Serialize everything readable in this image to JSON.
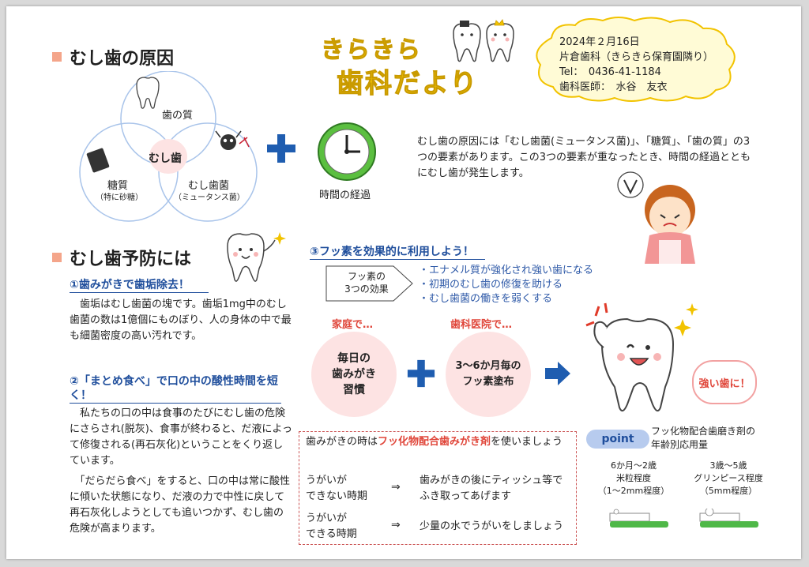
{
  "header": {
    "title_line1": "きらきら",
    "title_line2": "歯科だより",
    "date": "2024年２月16日",
    "clinic": "片倉歯科（きらきら保育園隣り）",
    "tel_label": "Tel：",
    "tel": "0436-41-1184",
    "doctor": "歯科医師：　水谷　友衣"
  },
  "cause": {
    "section_title": "むし歯の原因",
    "circle_teeth": "歯の質",
    "circle_sugar": "糖質",
    "circle_sugar_note": "（特に砂糖）",
    "circle_bacteria": "むし歯菌",
    "circle_bacteria_note": "（ミュータンス菌）",
    "center": "むし歯",
    "time_label": "時間の経過",
    "description": "むし歯の原因には「むし歯菌(ミュータンス菌)」、「糖質」、「歯の質」の3つの要素があります。この3つの要素が重なったとき、時間の経過とともにむし歯が発生します。"
  },
  "prevention": {
    "section_title": "むし歯予防には",
    "item1_title": "①歯みがきで歯垢除去！",
    "item1_text": "　歯垢はむし歯菌の塊です。歯垢1mg中のむし歯菌の数は1億個にものぼり、人の身体の中で最も細菌密度の高い汚れです。",
    "item2_title": "②「まとめ食べ」で口の中の酸性時間を短く！",
    "item2_text1": "　私たちの口の中は食事のたびにむし歯の危険にさらされ(脱灰)、食事が終わると、だ液によって修復される(再石灰化)ということをくり返しています。",
    "item2_text2": "　「だらだら食べ」をすると、口の中は常に酸性に傾いた状態になり、だ液の力で中性に戻して再石灰化しようとしても追いつかず、むし歯の危険が高まります。"
  },
  "fluoride": {
    "title": "③フッ素を効果的に利用しよう！",
    "arrow_label": "フッ素の\n3つの効果",
    "effects": [
      "・エナメル質が強化され強い歯になる",
      "・初期のむし歯の修復を助ける",
      "・むし歯菌の働きを弱くする"
    ],
    "home_label": "家庭で…",
    "clinic_label": "歯科医院で…",
    "home_circle": "毎日の\n歯みがき\n習慣",
    "clinic_circle": "3～6か月毎の\nフッ素塗布",
    "strong_tooth": "強い歯に！"
  },
  "table": {
    "intro_before": "歯みがきの時は",
    "intro_red": "フッ化物配合歯みがき剤",
    "intro_after": "を使いましょう",
    "row1_label": "うがいが\nできない時期",
    "row1_arrow": "⇒",
    "row1_text": "歯みがきの後にティッシュ等でふき取ってあげます",
    "row2_label": "うがいが\nできる時期",
    "row2_arrow": "⇒",
    "row2_text": "少量の水でうがいをしましょう"
  },
  "point": {
    "pill": "point",
    "title": "フッ化物配合歯磨き剤の\n年齢別応用量",
    "age1": "6か月～2歳\n米粒程度\n（1～2mm程度）",
    "age2": "3歳～5歳\nグリンピース程度\n（5mm程度）"
  }
}
